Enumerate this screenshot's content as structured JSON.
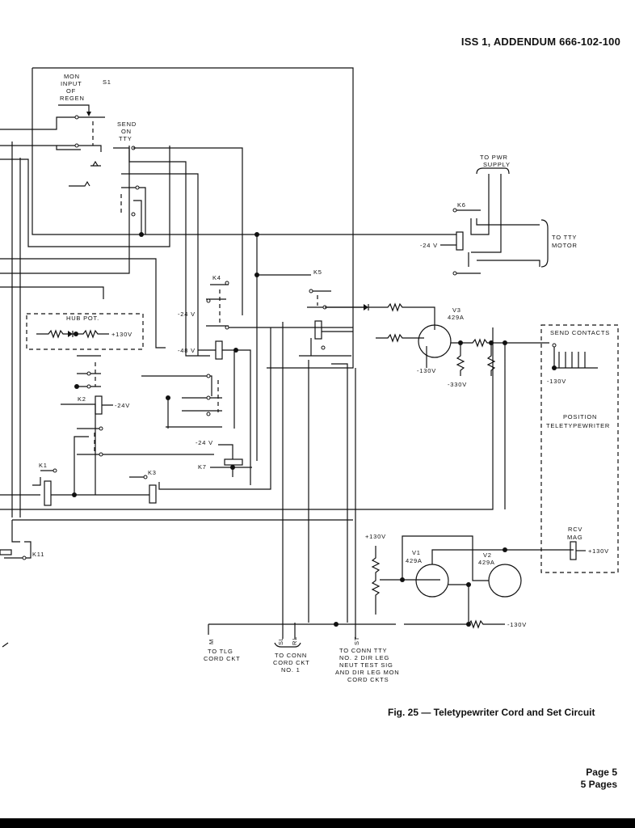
{
  "header": {
    "issue_line": "ISS 1, ADDENDUM 666-102-100"
  },
  "figure": {
    "caption": "Fig. 25 — Teletypewriter Cord and Set Circuit"
  },
  "footer": {
    "page": "Page 5",
    "pages": "5 Pages"
  },
  "labels": {
    "mon_input": [
      "MON",
      "INPUT",
      "OF",
      "REGEN"
    ],
    "s1": "S1",
    "send_on_tty": [
      "SEND",
      "ON",
      "TTY"
    ],
    "to_pwr_supply": [
      "TO  PWR",
      "SUPPLY"
    ],
    "k6": "K6",
    "k6_voltage": "-24 V",
    "to_tty_motor": [
      "TO TTY",
      "MOTOR"
    ],
    "k4": "K4",
    "k4_voltage": "-24 V",
    "k5": "K5",
    "hub_pot": "HUB  POT.",
    "hub_pot_voltage": "+130V",
    "k48_voltage": "-48 V",
    "k2": "K2",
    "k2_voltage": "-24V",
    "k7_voltage": "-24 V",
    "k7": "K7",
    "k1": "K1",
    "k3": "K3",
    "k11": "K11",
    "v3": [
      "V3",
      "429A"
    ],
    "v3_cathode": "-130V",
    "v3_load": "-330V",
    "send_contacts": "SEND  CONTACTS",
    "send_contacts_voltage": "-130V",
    "position_tty": [
      "POSITION",
      "TELETYPEWRITER"
    ],
    "rcv_mag": [
      "RCV",
      "MAG"
    ],
    "rcv_mag_voltage": "+130V",
    "pot_supply": "+130V",
    "v1": [
      "V1",
      "429A"
    ],
    "v2": [
      "V2",
      "429A"
    ],
    "bias_voltage": "-130V",
    "lead_m": "M",
    "lead_sl": "SL",
    "lead_rl": "RL",
    "lead_st": "ST",
    "to_tlg_cord": [
      "TO  TLG",
      "CORD  CKT"
    ],
    "to_conn_cord": [
      "TO  CONN",
      "CORD CKT",
      "NO. 1"
    ],
    "to_conn_tty": [
      "TO CONN  TTY",
      "NO. 2  DIR LEG",
      "NEUT  TEST SIG",
      "AND  DIR  LEG MON",
      "CORD  CKTS"
    ]
  }
}
